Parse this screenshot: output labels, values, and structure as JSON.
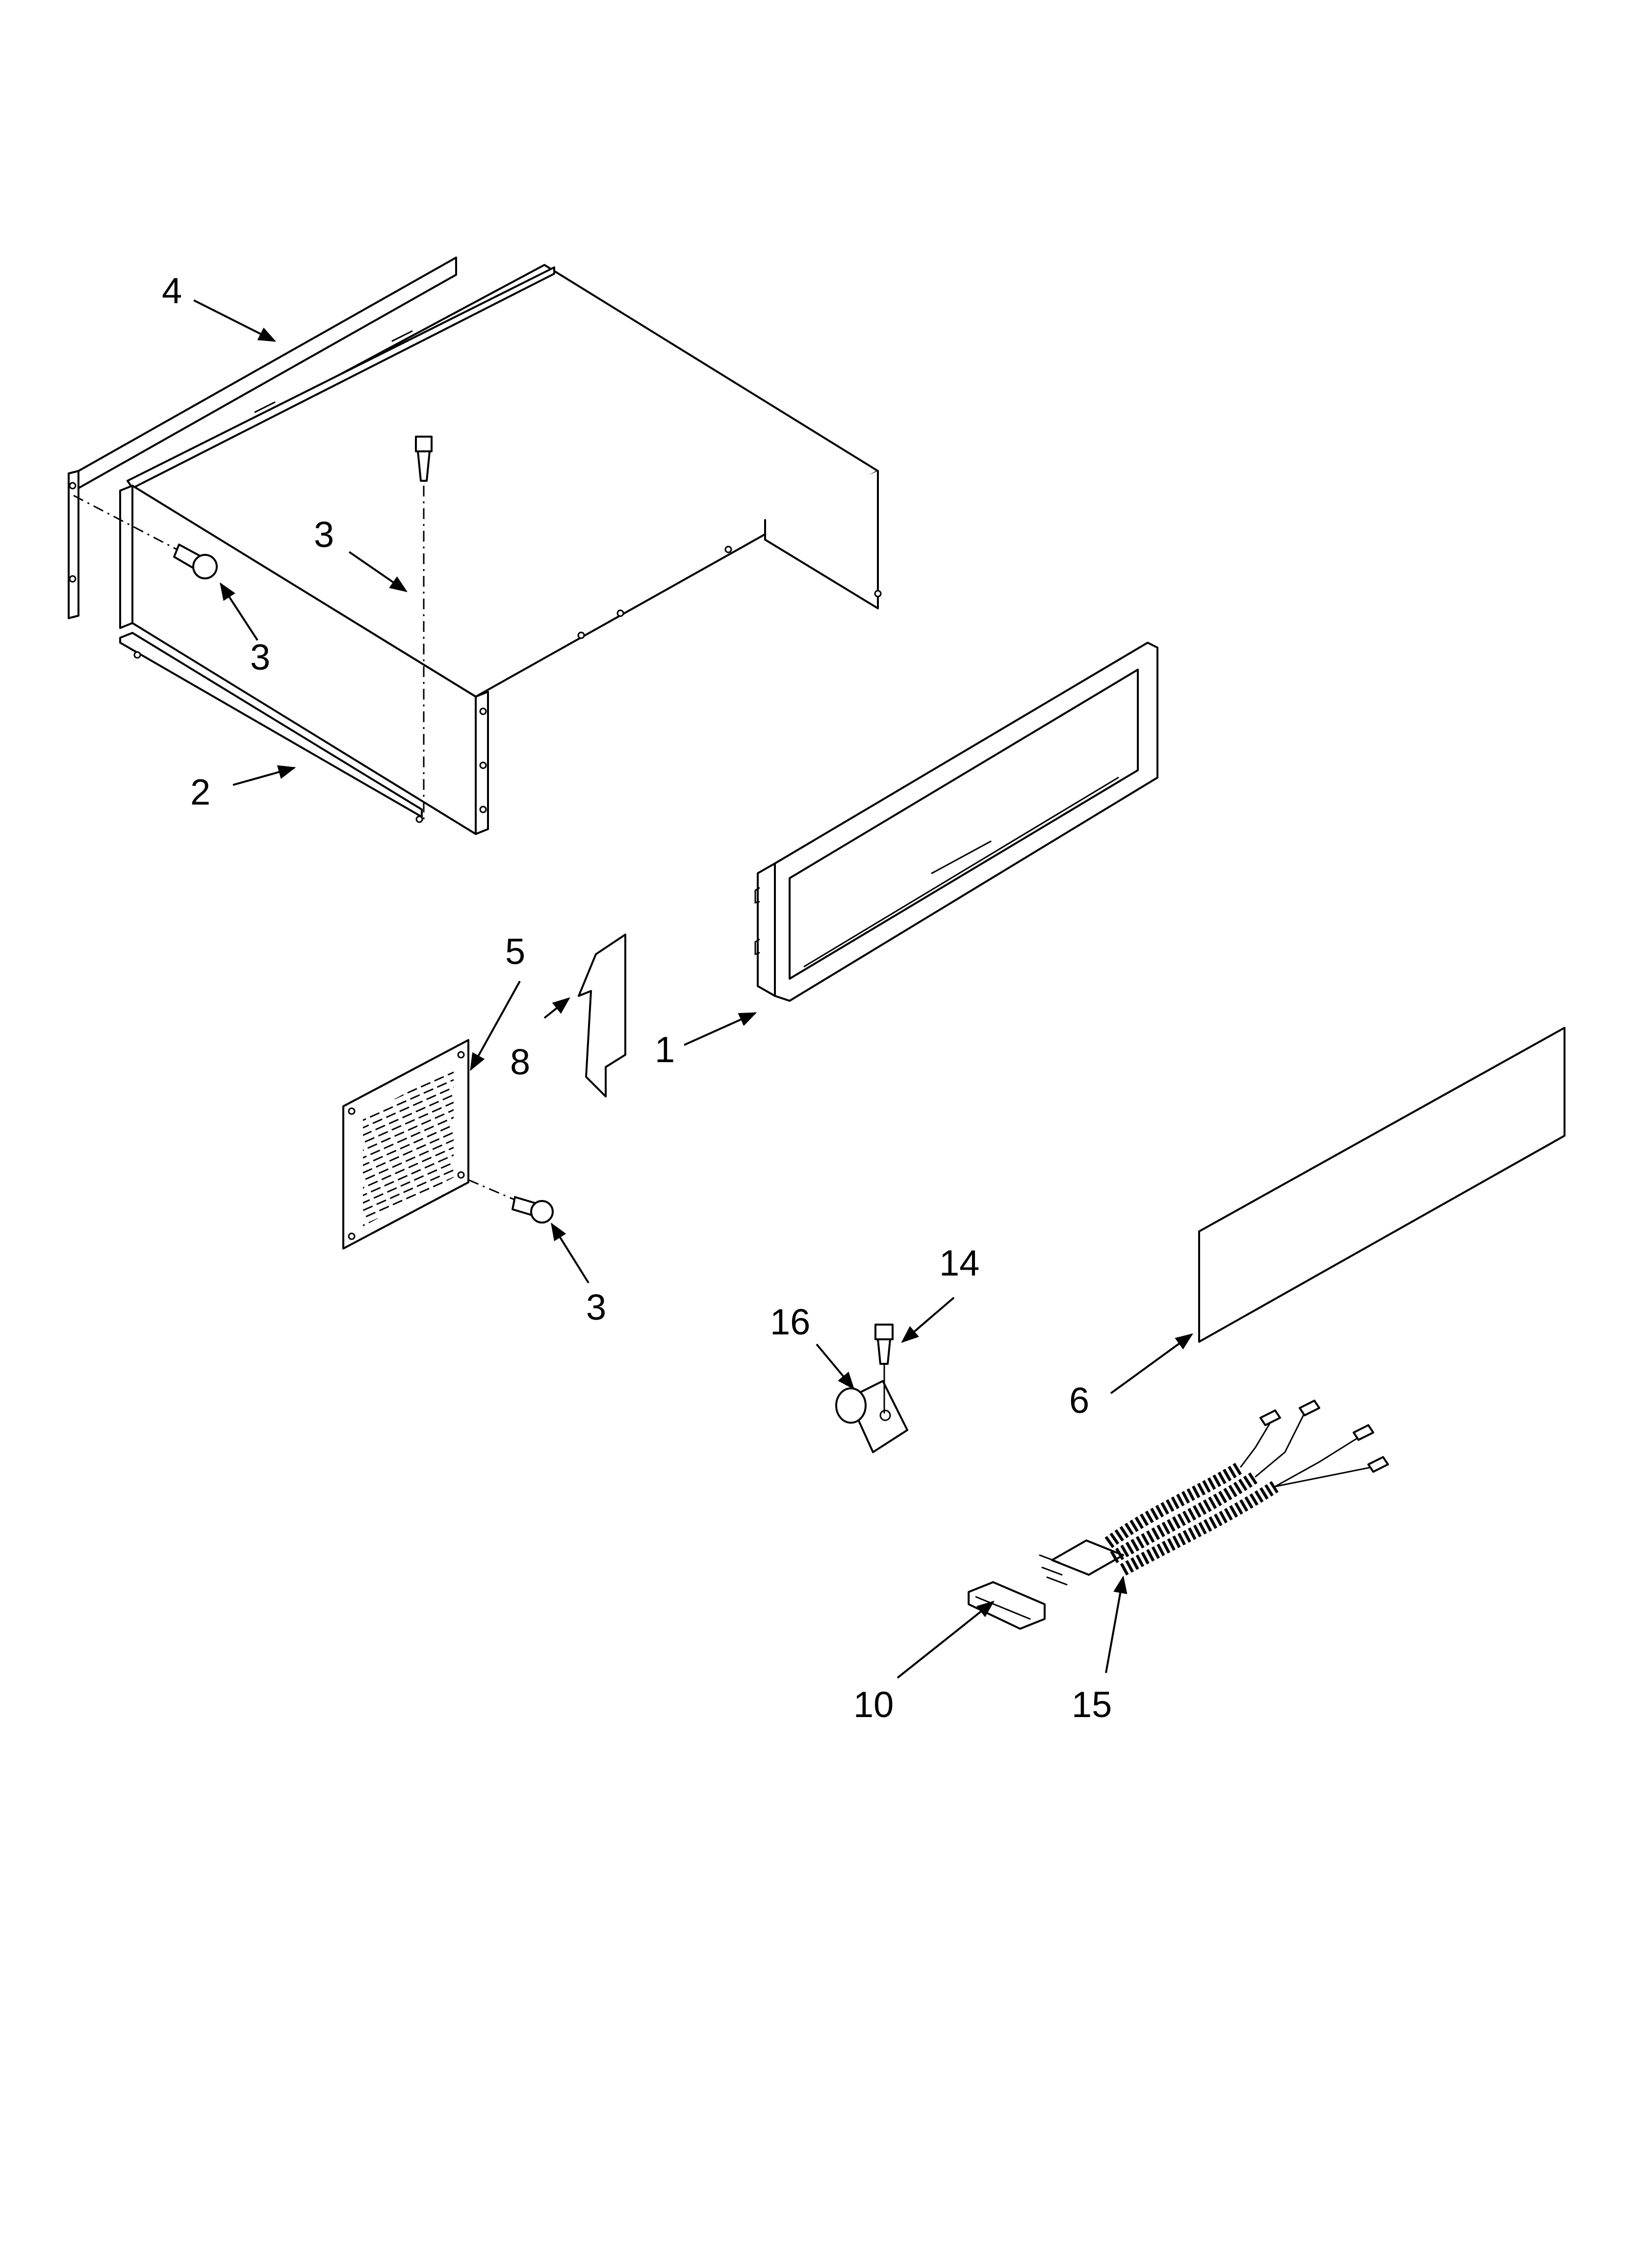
{
  "diagram": {
    "callouts": [
      {
        "id": "c4",
        "label": "4"
      },
      {
        "id": "c3a",
        "label": "3"
      },
      {
        "id": "c3b",
        "label": "3"
      },
      {
        "id": "c2",
        "label": "2"
      },
      {
        "id": "c5",
        "label": "5"
      },
      {
        "id": "c8",
        "label": "8"
      },
      {
        "id": "c1",
        "label": "1"
      },
      {
        "id": "c3c",
        "label": "3"
      },
      {
        "id": "c14",
        "label": "14"
      },
      {
        "id": "c16",
        "label": "16"
      },
      {
        "id": "c6",
        "label": "6"
      },
      {
        "id": "c10",
        "label": "10"
      },
      {
        "id": "c15",
        "label": "15"
      }
    ]
  }
}
